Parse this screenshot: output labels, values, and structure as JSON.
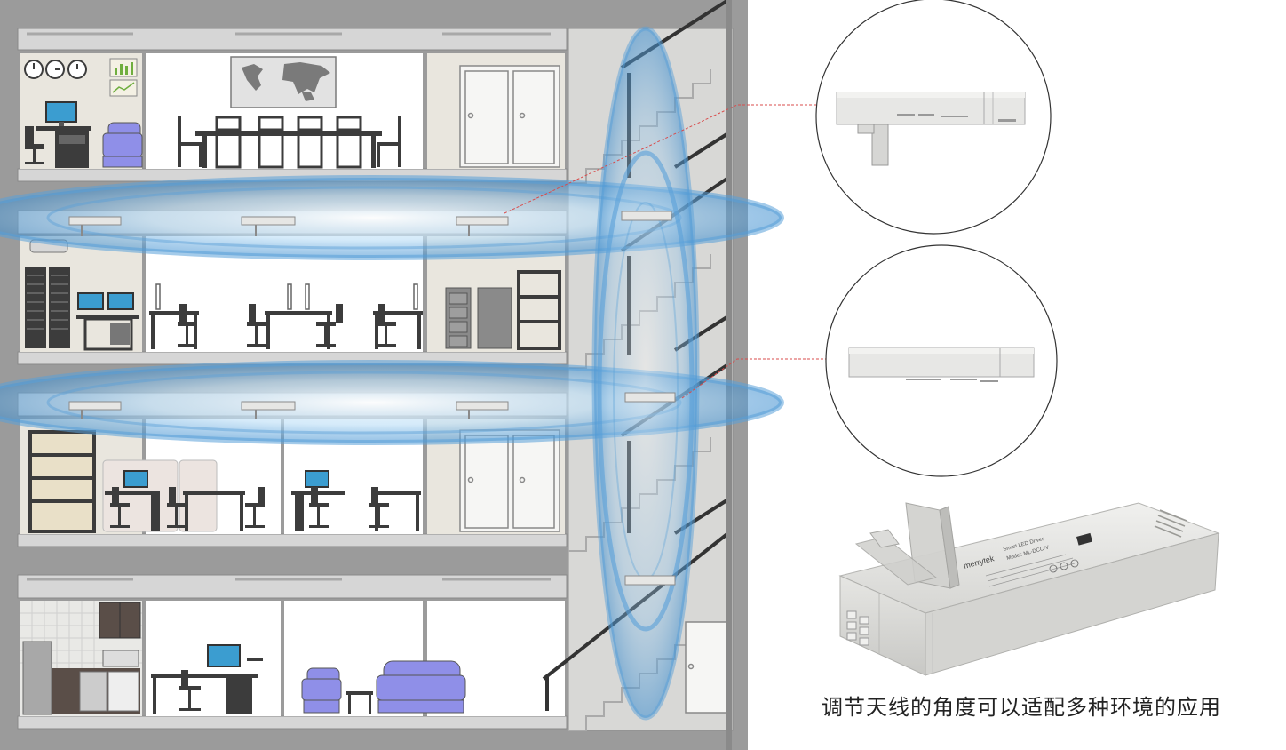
{
  "caption": "调节天线的角度可以适配多种环境的应用",
  "product_label": {
    "brand": "merrytek",
    "product": "Smart LED Driver",
    "model": "Model: ML-DCC-V"
  },
  "icons": [
    "building-cross-section-illustration",
    "wall-clock-icon",
    "world-map-icon",
    "monitor-icon",
    "office-chair-icon",
    "armchair-icon",
    "server-rack-icon",
    "filing-cabinet-icon",
    "bookshelf-icon",
    "door-icon",
    "kitchen-icon",
    "sofa-icon",
    "staircase-icon",
    "wireless-signal-ellipse",
    "led-driver-device-icon",
    "antenna-icon"
  ],
  "colors": {
    "wall": "#9b9b9b",
    "floor_slab": "#d9d9d9",
    "room": "#ffffff",
    "room_beige": "#e9e6de",
    "furniture": "#3c3c3c",
    "accent_purple": "#8f8fe8",
    "signal_blue": "#5aa0d8",
    "callout_red": "#d94b4b",
    "device": "#e4e4e2"
  }
}
